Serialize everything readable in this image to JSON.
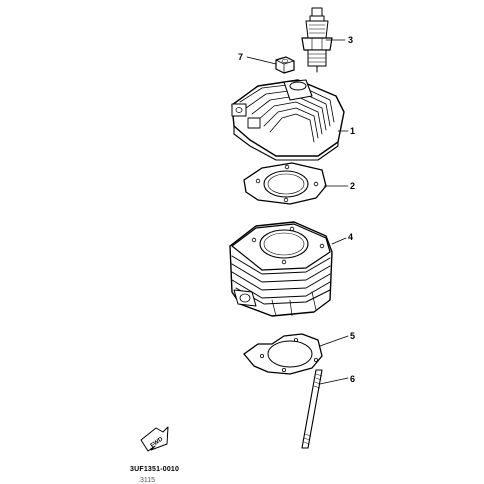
{
  "callouts": [
    {
      "number": "1",
      "part": "cylinder-head"
    },
    {
      "number": "2",
      "part": "cylinder-head-gasket"
    },
    {
      "number": "3",
      "part": "spark-plug"
    },
    {
      "number": "4",
      "part": "cylinder"
    },
    {
      "number": "5",
      "part": "cylinder-base-gasket"
    },
    {
      "number": "6",
      "part": "stud-bolt"
    },
    {
      "number": "7",
      "part": "nut"
    }
  ],
  "fwd_label": "FWD",
  "part_code": "3UF1351-0010",
  "faint_code": ".3115"
}
